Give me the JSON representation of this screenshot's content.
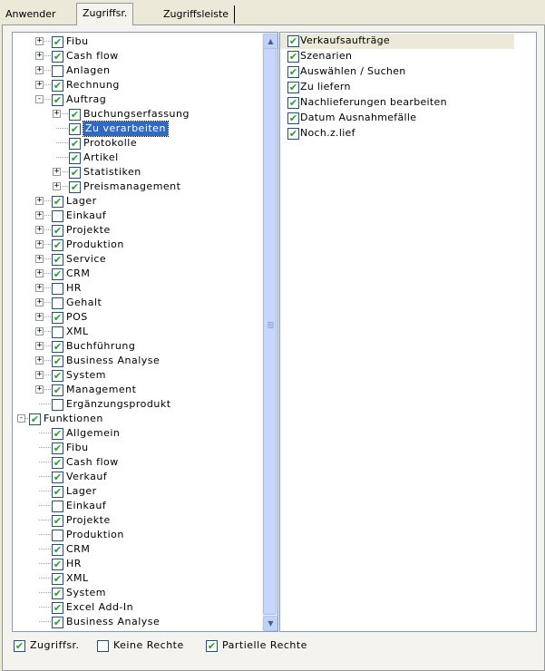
{
  "tabs": [
    {
      "label": "Anwender",
      "active": false
    },
    {
      "label": "Zugriffsr.",
      "active": true
    },
    {
      "label": "Zugriffsleiste",
      "active": false
    }
  ],
  "tree": {
    "items": [
      {
        "label": "Fibu",
        "level": 1,
        "expander": "+",
        "checked": true
      },
      {
        "label": "Cash flow",
        "level": 1,
        "expander": "+",
        "checked": true
      },
      {
        "label": "Anlagen",
        "level": 1,
        "expander": "+",
        "checked": false
      },
      {
        "label": "Rechnung",
        "level": 1,
        "expander": "+",
        "checked": true
      },
      {
        "label": "Auftrag",
        "level": 1,
        "expander": "-",
        "checked": true
      },
      {
        "label": "Buchungserfassung",
        "level": 2,
        "expander": "+",
        "checked": true
      },
      {
        "label": "Zu verarbeiten",
        "level": 2,
        "expander": "",
        "checked": true,
        "selected": true
      },
      {
        "label": "Protokolle",
        "level": 2,
        "expander": "",
        "checked": true
      },
      {
        "label": "Artikel",
        "level": 2,
        "expander": "",
        "checked": true
      },
      {
        "label": "Statistiken",
        "level": 2,
        "expander": "+",
        "checked": true
      },
      {
        "label": "Preismanagement",
        "level": 2,
        "expander": "+",
        "checked": true
      },
      {
        "label": "Lager",
        "level": 1,
        "expander": "+",
        "checked": true
      },
      {
        "label": "Einkauf",
        "level": 1,
        "expander": "+",
        "checked": false
      },
      {
        "label": "Projekte",
        "level": 1,
        "expander": "+",
        "checked": true
      },
      {
        "label": "Produktion",
        "level": 1,
        "expander": "+",
        "checked": true
      },
      {
        "label": "Service",
        "level": 1,
        "expander": "+",
        "checked": true
      },
      {
        "label": "CRM",
        "level": 1,
        "expander": "+",
        "checked": true
      },
      {
        "label": "HR",
        "level": 1,
        "expander": "+",
        "checked": false
      },
      {
        "label": "Gehalt",
        "level": 1,
        "expander": "+",
        "checked": false
      },
      {
        "label": "POS",
        "level": 1,
        "expander": "+",
        "checked": true
      },
      {
        "label": "XML",
        "level": 1,
        "expander": "+",
        "checked": false
      },
      {
        "label": "Buchführung",
        "level": 1,
        "expander": "+",
        "checked": true
      },
      {
        "label": "Business Analyse",
        "level": 1,
        "expander": "+",
        "checked": true
      },
      {
        "label": "System",
        "level": 1,
        "expander": "+",
        "checked": true
      },
      {
        "label": "Management",
        "level": 1,
        "expander": "+",
        "checked": true
      },
      {
        "label": "Ergänzungsprodukt",
        "level": 1,
        "expander": "",
        "checked": false
      },
      {
        "label": "Funktionen",
        "level": 0,
        "expander": "-",
        "checked": true
      },
      {
        "label": "Allgemein",
        "level": 1,
        "expander": "",
        "checked": true
      },
      {
        "label": "Fibu",
        "level": 1,
        "expander": "",
        "checked": true
      },
      {
        "label": "Cash flow",
        "level": 1,
        "expander": "",
        "checked": true
      },
      {
        "label": "Verkauf",
        "level": 1,
        "expander": "",
        "checked": true
      },
      {
        "label": "Lager",
        "level": 1,
        "expander": "",
        "checked": true
      },
      {
        "label": "Einkauf",
        "level": 1,
        "expander": "",
        "checked": false
      },
      {
        "label": "Projekte",
        "level": 1,
        "expander": "",
        "checked": true
      },
      {
        "label": "Produktion",
        "level": 1,
        "expander": "",
        "checked": false
      },
      {
        "label": "CRM",
        "level": 1,
        "expander": "",
        "checked": true
      },
      {
        "label": "HR",
        "level": 1,
        "expander": "",
        "checked": true
      },
      {
        "label": "XML",
        "level": 1,
        "expander": "",
        "checked": true
      },
      {
        "label": "System",
        "level": 1,
        "expander": "",
        "checked": true
      },
      {
        "label": "Excel Add-In",
        "level": 1,
        "expander": "",
        "checked": true
      },
      {
        "label": "Business Analyse",
        "level": 1,
        "expander": "",
        "checked": true
      }
    ]
  },
  "list": {
    "items": [
      {
        "label": "Verkaufsaufträge",
        "checked": true
      },
      {
        "label": "Szenarien",
        "checked": true
      },
      {
        "label": "Auswählen / Suchen",
        "checked": true
      },
      {
        "label": "Zu liefern",
        "checked": true
      },
      {
        "label": "Nachlieferungen bearbeiten",
        "checked": true
      },
      {
        "label": "Datum Ausnahmefälle",
        "checked": true
      },
      {
        "label": "Noch.z.lief",
        "checked": true
      }
    ]
  },
  "legend": [
    {
      "label": "Zugriffsr.",
      "checked": true
    },
    {
      "label": "Keine Rechte",
      "checked": false
    },
    {
      "label": "Partielle Rechte",
      "checked": true
    }
  ],
  "colors": {
    "check": "#21A121",
    "selection": "#316AC5",
    "window": "#ECE9D8"
  }
}
